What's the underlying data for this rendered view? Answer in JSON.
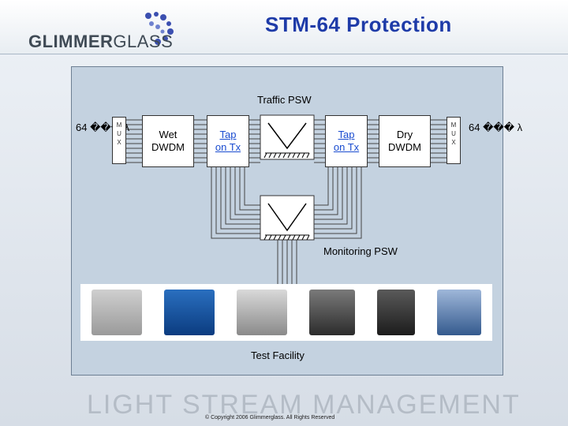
{
  "header": {
    "logo_main": "GLIMMER",
    "logo_thin": "GLASS",
    "title": "STM-64 Protection"
  },
  "diagram": {
    "traffic_psw_label": "Traffic PSW",
    "monitoring_psw_label": "Monitoring PSW",
    "test_facility_label": "Test Facility",
    "left_channel_label": "64 ��� λ",
    "right_channel_label": "64 ��� λ",
    "mux_left": "M\nU\nX",
    "mux_right": "M\nU\nX",
    "wet_dwdm": "Wet\nDWDM",
    "tap_left": "Tap\non Tx",
    "tap_right": "Tap\non Tx",
    "dry_dwdm": "Dry\nDWDM"
  },
  "footer": {
    "watermark": "LIGHT STREAM MANAGEMENT",
    "copyright": "© Copyright 2006 Glimmerglass. All Rights Reserved"
  },
  "colors": {
    "title": "#1e3ba8",
    "panel": "#c4d2e0",
    "tap_text": "#1a4cd0"
  }
}
